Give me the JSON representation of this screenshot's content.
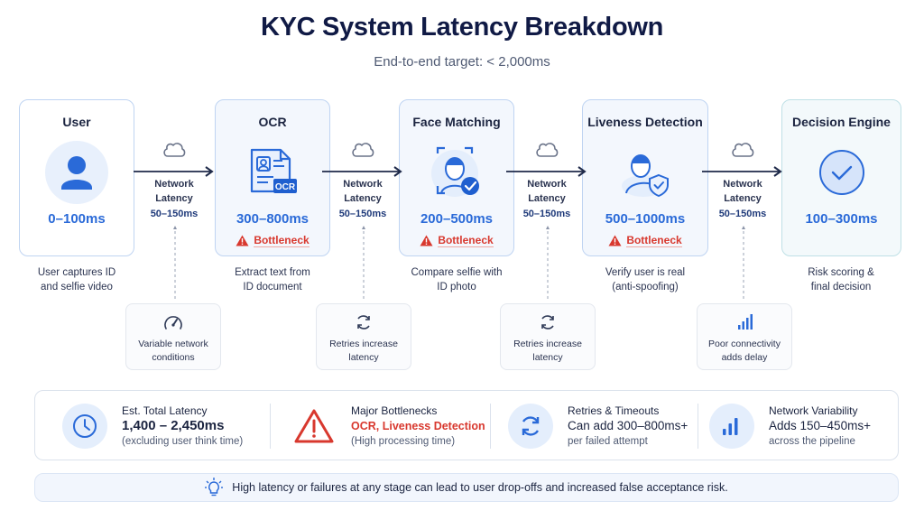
{
  "header": {
    "title": "KYC System Latency Breakdown",
    "subtitle": "End-to-end target: < 2,000ms"
  },
  "colors": {
    "accent": "#2a6ad8",
    "danger": "#d8382e",
    "title": "#101a45"
  },
  "stages": [
    {
      "title": "User",
      "icon": "user-icon",
      "latency": "0–100ms",
      "bottleneck": null,
      "description_line1": "User captures ID",
      "description_line2": "and selfie video"
    },
    {
      "title": "OCR",
      "icon": "id-document-ocr-icon",
      "icon_badge": "OCR",
      "latency": "300–800ms",
      "bottleneck": "Bottleneck",
      "description_line1": "Extract text from",
      "description_line2": "ID document"
    },
    {
      "title": "Face Matching",
      "icon": "face-scan-check-icon",
      "latency": "200–500ms",
      "bottleneck": "Bottleneck",
      "description_line1": "Compare selfie with",
      "description_line2": "ID photo"
    },
    {
      "title": "Liveness Detection",
      "icon": "user-shield-icon",
      "latency": "500–1000ms",
      "bottleneck": "Bottleneck",
      "description_line1": "Verify user is real",
      "description_line2": "(anti-spoofing)"
    },
    {
      "title": "Decision Engine",
      "icon": "check-circle-icon",
      "latency": "100–300ms",
      "bottleneck": null,
      "description_line1": "Risk scoring &",
      "description_line2": "final decision"
    }
  ],
  "connectors": [
    {
      "label_line1": "Network",
      "label_line2": "Latency",
      "value": "50–150ms",
      "note_icon": "speedometer-icon",
      "note_line1": "Variable network",
      "note_line2": "conditions"
    },
    {
      "label_line1": "Network",
      "label_line2": "Latency",
      "value": "50–150ms",
      "note_icon": "refresh-icon",
      "note_line1": "Retries increase",
      "note_line2": "latency"
    },
    {
      "label_line1": "Network",
      "label_line2": "Latency",
      "value": "50–150ms",
      "note_icon": "refresh-icon",
      "note_line1": "Retries increase",
      "note_line2": "latency"
    },
    {
      "label_line1": "Network",
      "label_line2": "Latency",
      "value": "50–150ms",
      "note_icon": "signal-bars-icon",
      "note_line1": "Poor connectivity",
      "note_line2": "adds delay"
    }
  ],
  "summary": [
    {
      "icon": "clock-icon",
      "heading": "Est. Total Latency",
      "value": "1,400 – 2,450ms",
      "note": "(excluding user think time)"
    },
    {
      "icon": "warning-icon",
      "heading": "Major Bottlenecks",
      "value": "OCR, Liveness Detection",
      "note": "(High processing time)"
    },
    {
      "icon": "refresh-icon",
      "heading": "Retries & Timeouts",
      "value": "Can add 300–800ms+",
      "note": "per failed attempt"
    },
    {
      "icon": "signal-bars-icon",
      "heading": "Network Variability",
      "value": "Adds 150–450ms+",
      "note": "across the pipeline"
    }
  ],
  "footer": {
    "icon": "lightbulb-icon",
    "text": "High latency or failures at any stage can lead to user drop-offs and increased false acceptance risk."
  }
}
